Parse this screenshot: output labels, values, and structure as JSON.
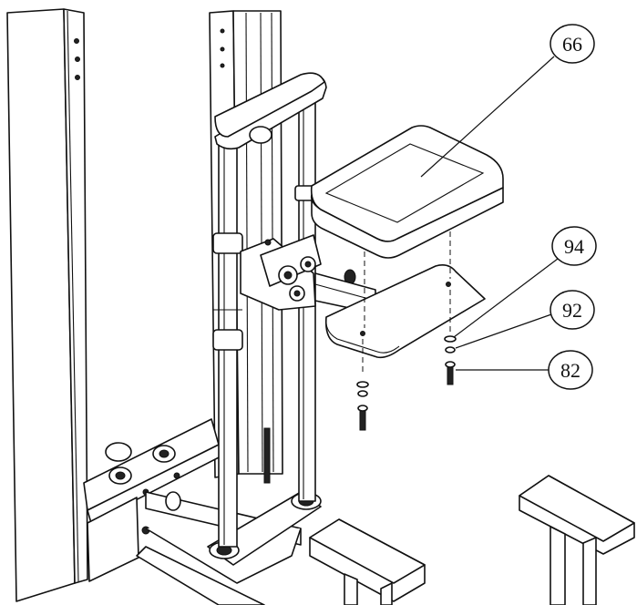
{
  "callouts": [
    {
      "id": "66",
      "label": "66"
    },
    {
      "id": "94",
      "label": "94"
    },
    {
      "id": "92",
      "label": "92"
    },
    {
      "id": "82",
      "label": "82"
    }
  ]
}
